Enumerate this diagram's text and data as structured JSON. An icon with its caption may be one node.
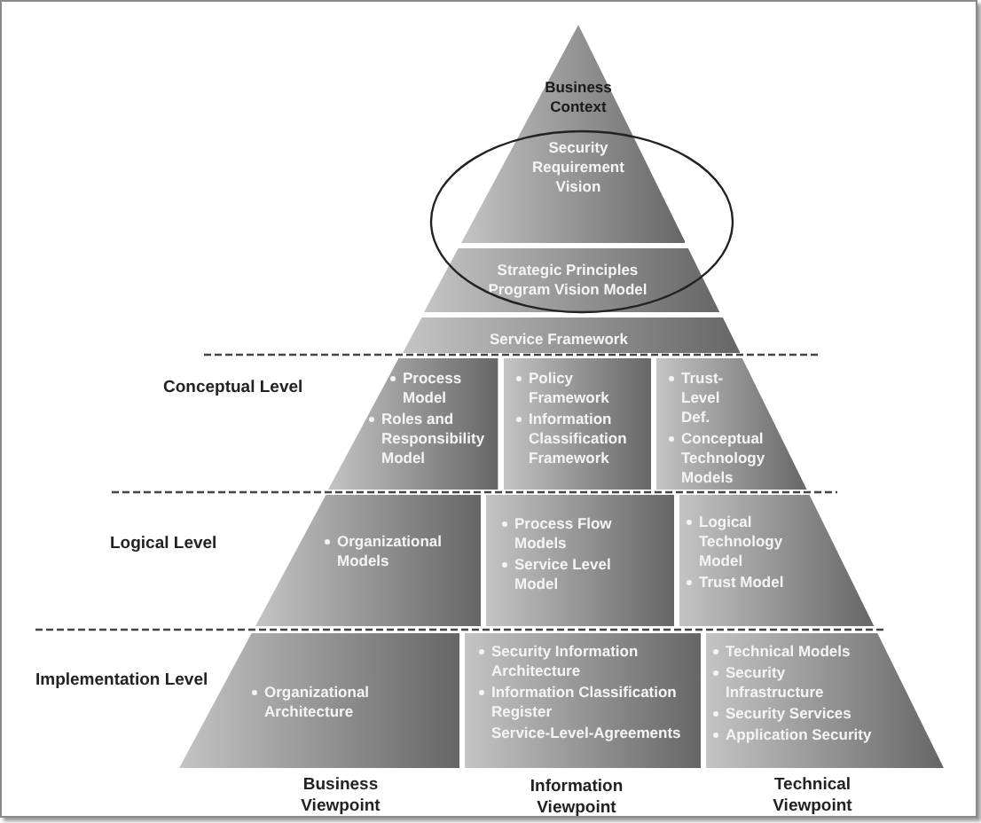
{
  "diagram": {
    "nodes": [
      {
        "text": [
          "Business Context",
          "Security Requirement Vision"
        ]
      },
      {
        "text": [
          "Strategic Principles Program Vision Model"
        ]
      },
      {
        "text": [
          "Service Framework"
        ]
      },
      {
        "text": [
          "Process Model",
          "Roles and Responsibility Model"
        ]
      },
      {
        "text": [
          "Policy Framework",
          "Information Classification Framework"
        ]
      },
      {
        "text": [
          "Trust-Level Def.",
          "Conceptual Technology Models"
        ]
      },
      {
        "text": [
          "Organizational Models"
        ]
      },
      {
        "text": [
          "Process Flow Models",
          "Service Level Model"
        ]
      },
      {
        "text": [
          "Logical Technology Model",
          "Trust Model"
        ]
      },
      {
        "text": [
          "Organizational Architecture"
        ]
      },
      {
        "text": [
          "Security Information Architecture",
          "Information Classification Register",
          "Service-Level-Agreements"
        ]
      },
      {
        "text": [
          "Technical Models",
          "Security Infrastructure",
          "Security Services",
          "Application Security"
        ]
      }
    ],
    "edges": [],
    "labels": [
      "Conceptual Level",
      "Logical Level",
      "Implementation Level",
      "Business Viewpoint",
      "Information Viewpoint",
      "Technical Viewpoint"
    ]
  }
}
